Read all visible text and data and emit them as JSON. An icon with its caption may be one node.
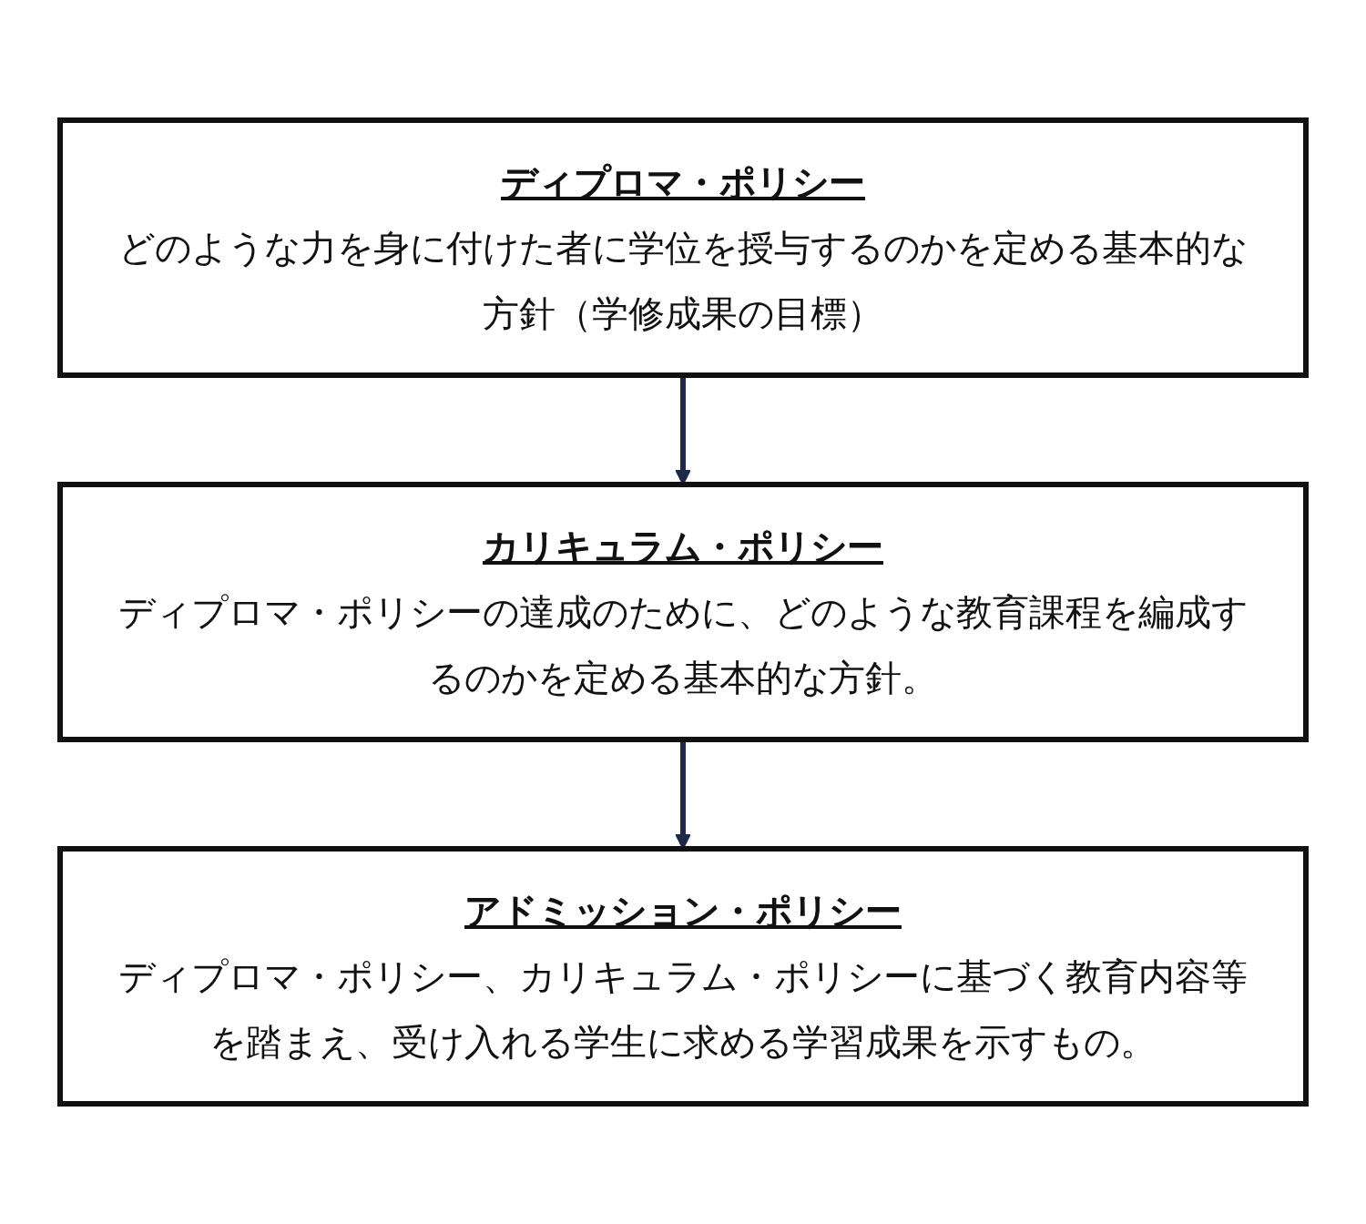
{
  "diagram": {
    "nodes": [
      {
        "text": [
          "ディプロマ・ポリシー",
          "どのような力を身に付けた者に学位を授与するのかを定める基本的な方針（学修成果の目標）"
        ]
      },
      {
        "text": [
          "カリキュラム・ポリシー",
          "ディプロマ・ポリシーの達成のために、どのような教育課程を編成するのかを定める基本的な方針。"
        ]
      },
      {
        "text": [
          "アドミッション・ポリシー",
          "ディプロマ・ポリシー、カリキュラム・ポリシーに基づく教育内容等を踏まえ、受け入れる学生に求める学習成果を示すもの。"
        ]
      }
    ],
    "edges": [
      {
        "from": 0,
        "to": 1,
        "arrow": "to"
      },
      {
        "from": 1,
        "to": 2,
        "arrow": "to"
      }
    ]
  }
}
